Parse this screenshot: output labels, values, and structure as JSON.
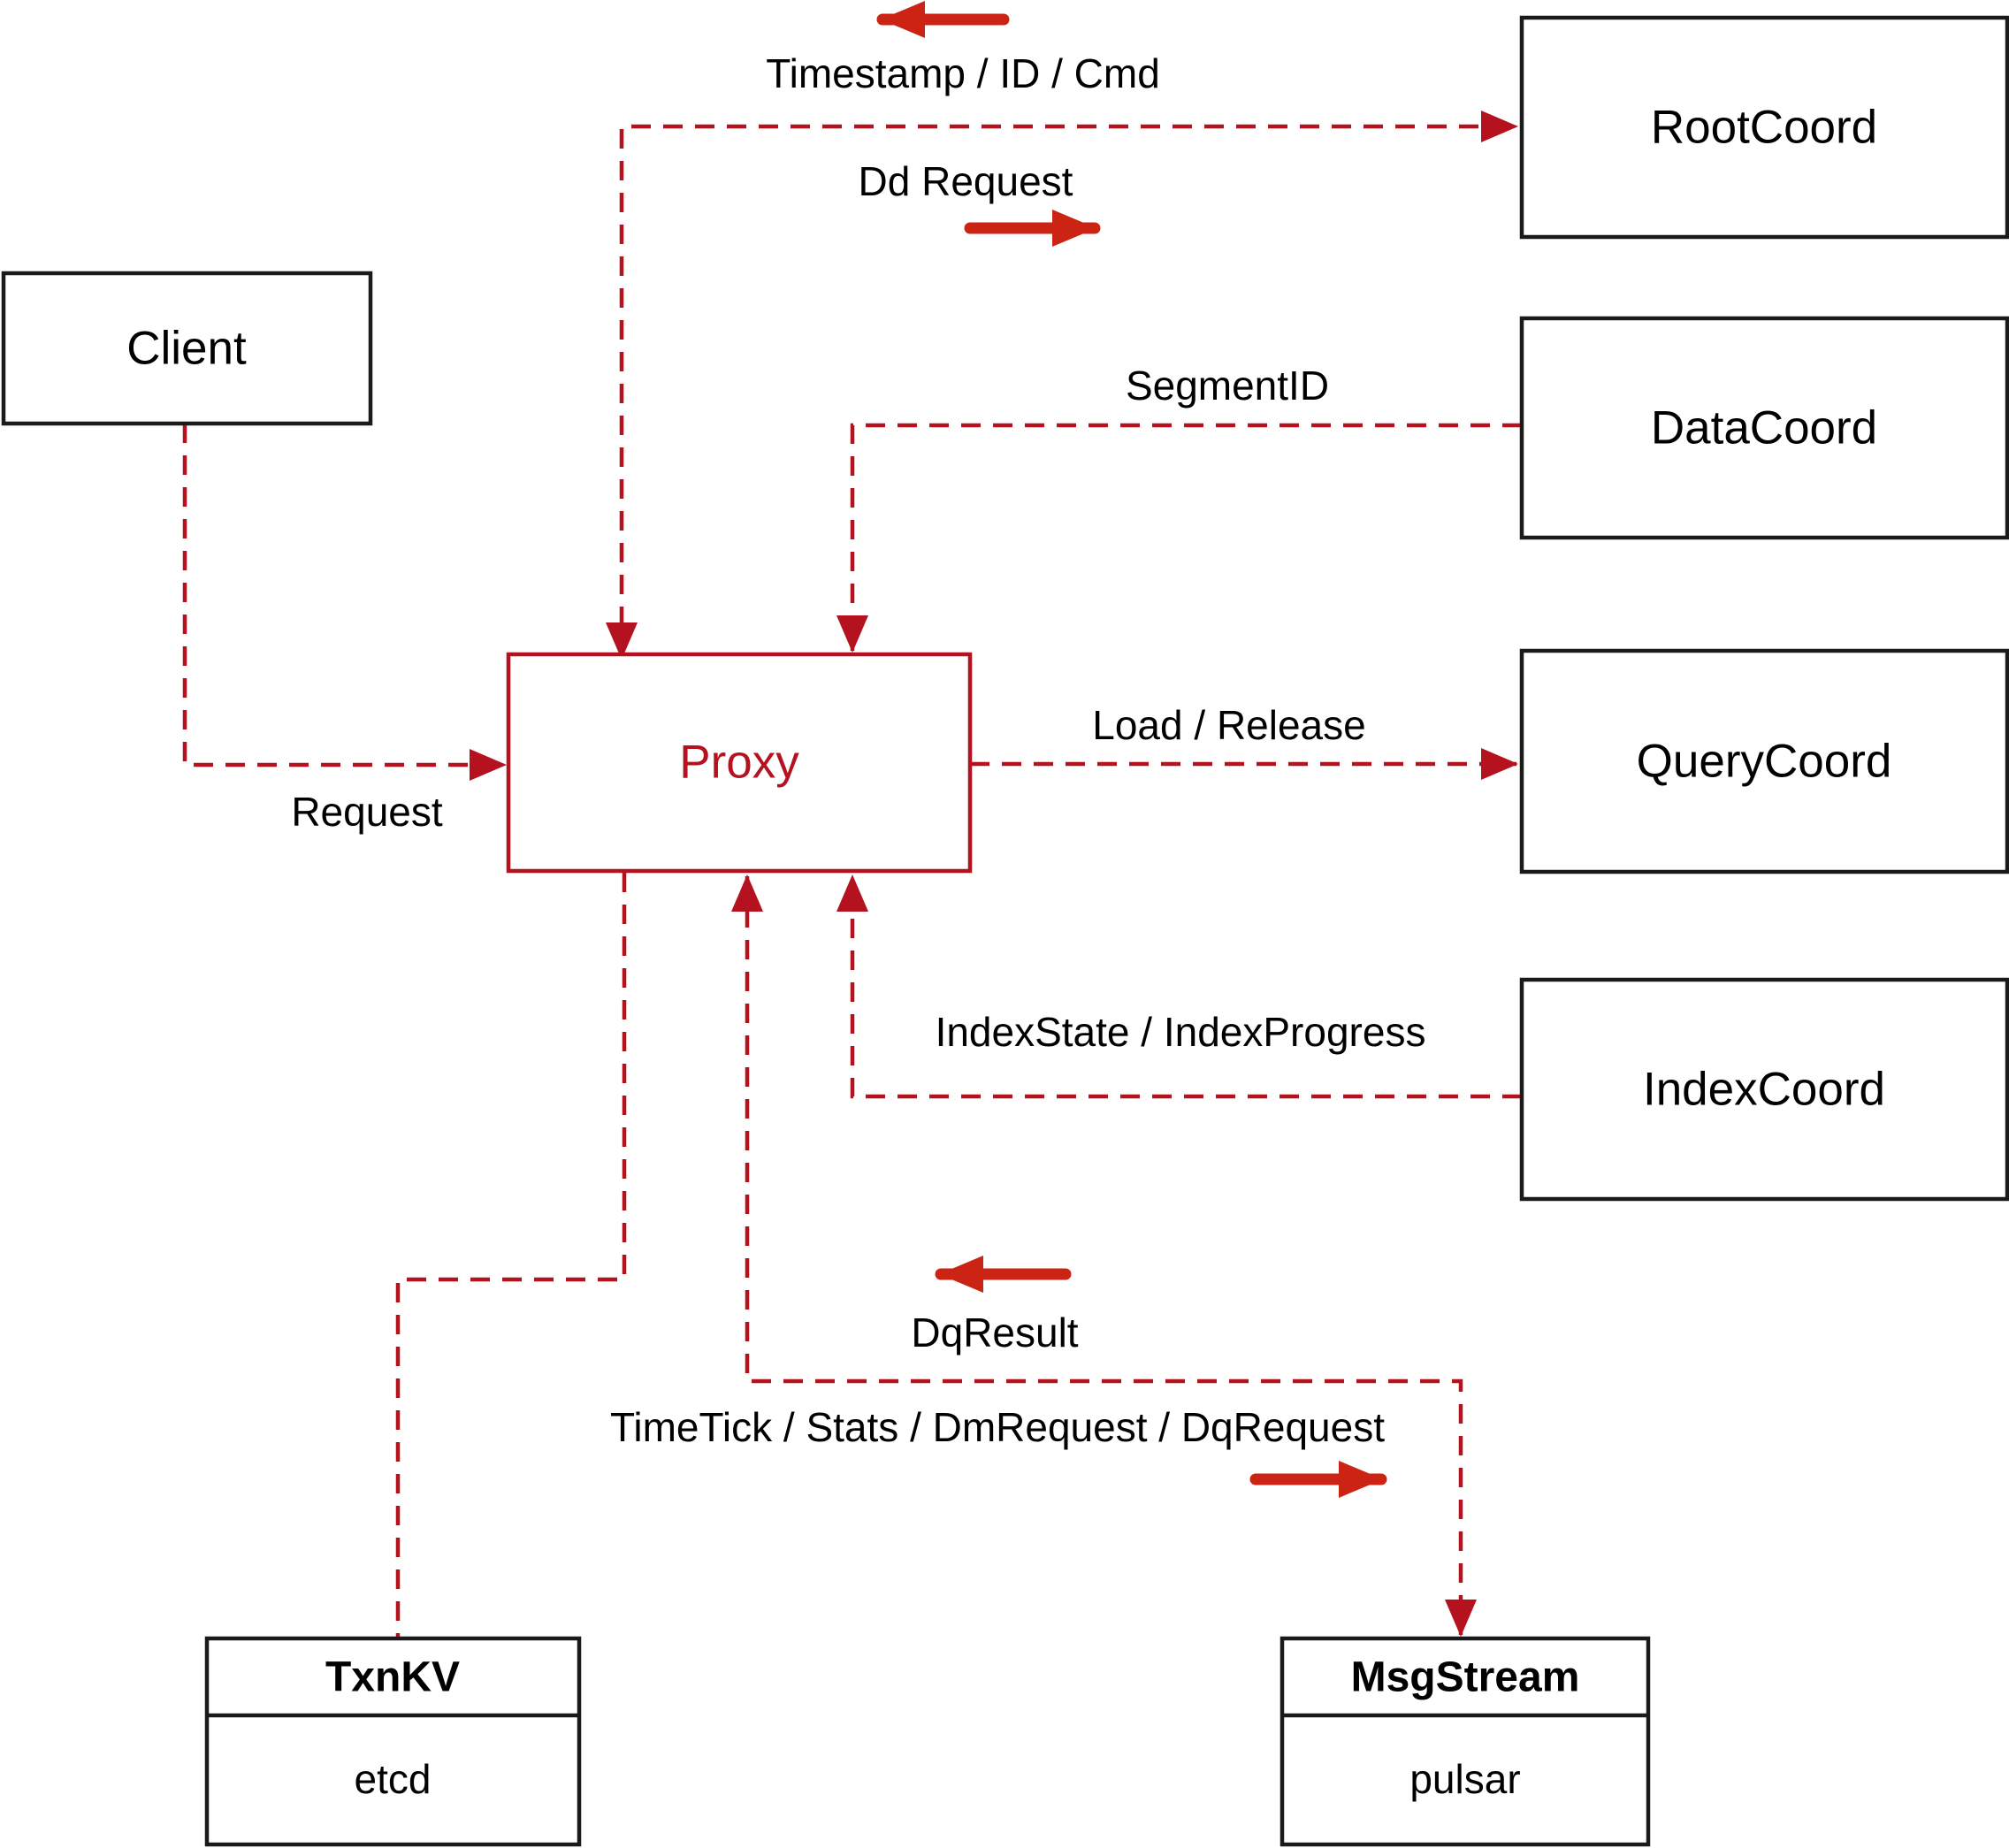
{
  "diagram": {
    "title_hint": "Milvus Proxy component interaction diagram",
    "nodes": {
      "client": {
        "label": "Client"
      },
      "rootcoord": {
        "label": "RootCoord"
      },
      "datacoord": {
        "label": "DataCoord"
      },
      "querycoord": {
        "label": "QueryCoord"
      },
      "indexcoord": {
        "label": "IndexCoord"
      },
      "proxy": {
        "label": "Proxy"
      },
      "txnkv": {
        "title": "TxnKV",
        "impl": "etcd"
      },
      "msgstream": {
        "title": "MsgStream",
        "impl": "pulsar"
      }
    },
    "edge_labels": {
      "timestamp_id_cmd": "Timestamp / ID / Cmd",
      "dd_request": "Dd Request",
      "request": "Request",
      "segment_id": "SegmentID",
      "load_release": "Load / Release",
      "index_state_progress": "IndexState / IndexProgress",
      "dq_result": "DqResult",
      "timetick_stats": "TimeTick / Stats / DmRequest / DqRequest"
    },
    "edges": [
      {
        "from": "client",
        "to": "proxy",
        "label": "Request",
        "style": "dashed-arrow"
      },
      {
        "from": "proxy",
        "to": "rootcoord",
        "label": "Timestamp / ID / Cmd | Dd Request",
        "style": "dashed-arrow-both"
      },
      {
        "from": "datacoord",
        "to": "proxy",
        "label": "SegmentID",
        "style": "dashed-arrow"
      },
      {
        "from": "proxy",
        "to": "querycoord",
        "label": "Load / Release",
        "style": "dashed-arrow"
      },
      {
        "from": "indexcoord",
        "to": "proxy",
        "label": "IndexState / IndexProgress",
        "style": "dashed-arrow"
      },
      {
        "from": "proxy",
        "to": "txnkv",
        "label": "",
        "style": "dashed"
      },
      {
        "from": "proxy",
        "to": "msgstream",
        "label": "DqResult | TimeTick / Stats / DmRequest / DqRequest",
        "style": "dashed-arrow-both"
      }
    ],
    "colors": {
      "connector": "#b5121f",
      "solid_arrow": "#cc2414",
      "node_border": "#1a1a1a",
      "proxy_accent": "#b5121f",
      "text": "#000000",
      "background": "#ffffff"
    }
  }
}
